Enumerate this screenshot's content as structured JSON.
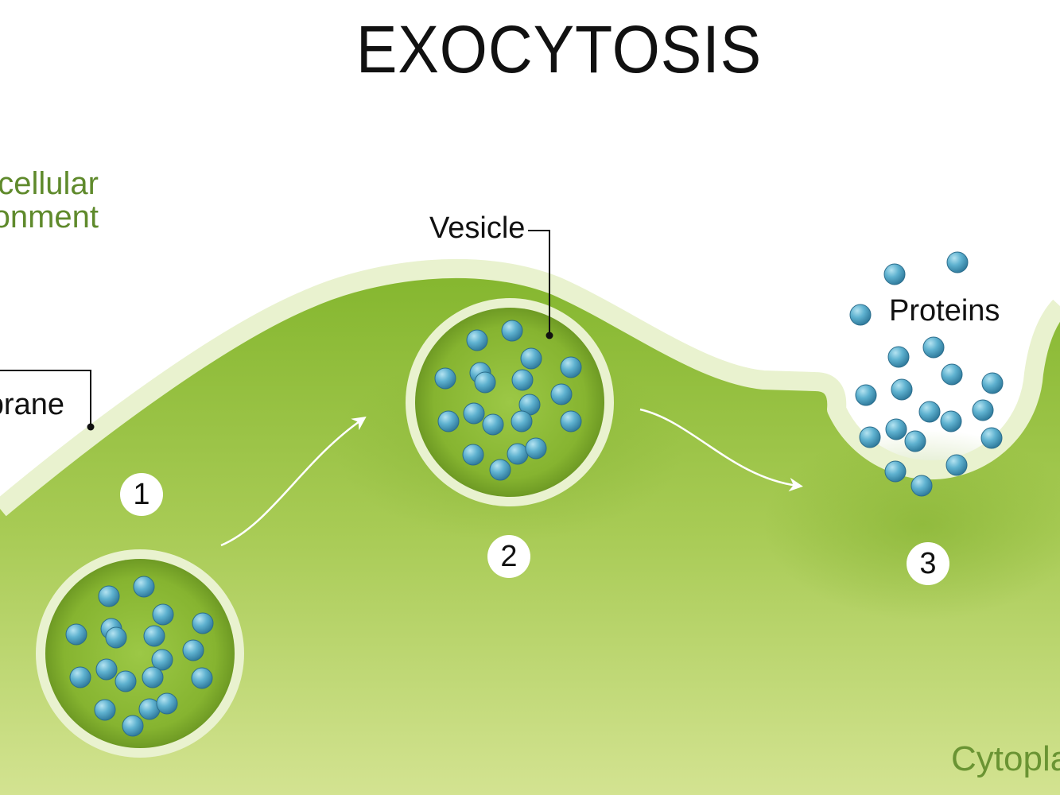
{
  "diagram": {
    "title": "EXOCYTOSIS",
    "labels": {
      "environment_line1": "acellular",
      "environment_line2": "onment",
      "membrane": "brane",
      "vesicle": "Vesicle",
      "proteins": "Proteins",
      "cytoplasm": "Cytoplas"
    },
    "steps": [
      "1",
      "2",
      "3"
    ],
    "colors": {
      "cytoplasm_light": "#d3e391",
      "cytoplasm_dark": "#86b830",
      "membrane": "#e9f2cf",
      "protein": "#4fa3c4",
      "protein_highlight": "#a9dced",
      "label_green": "#5f8a2c"
    }
  }
}
